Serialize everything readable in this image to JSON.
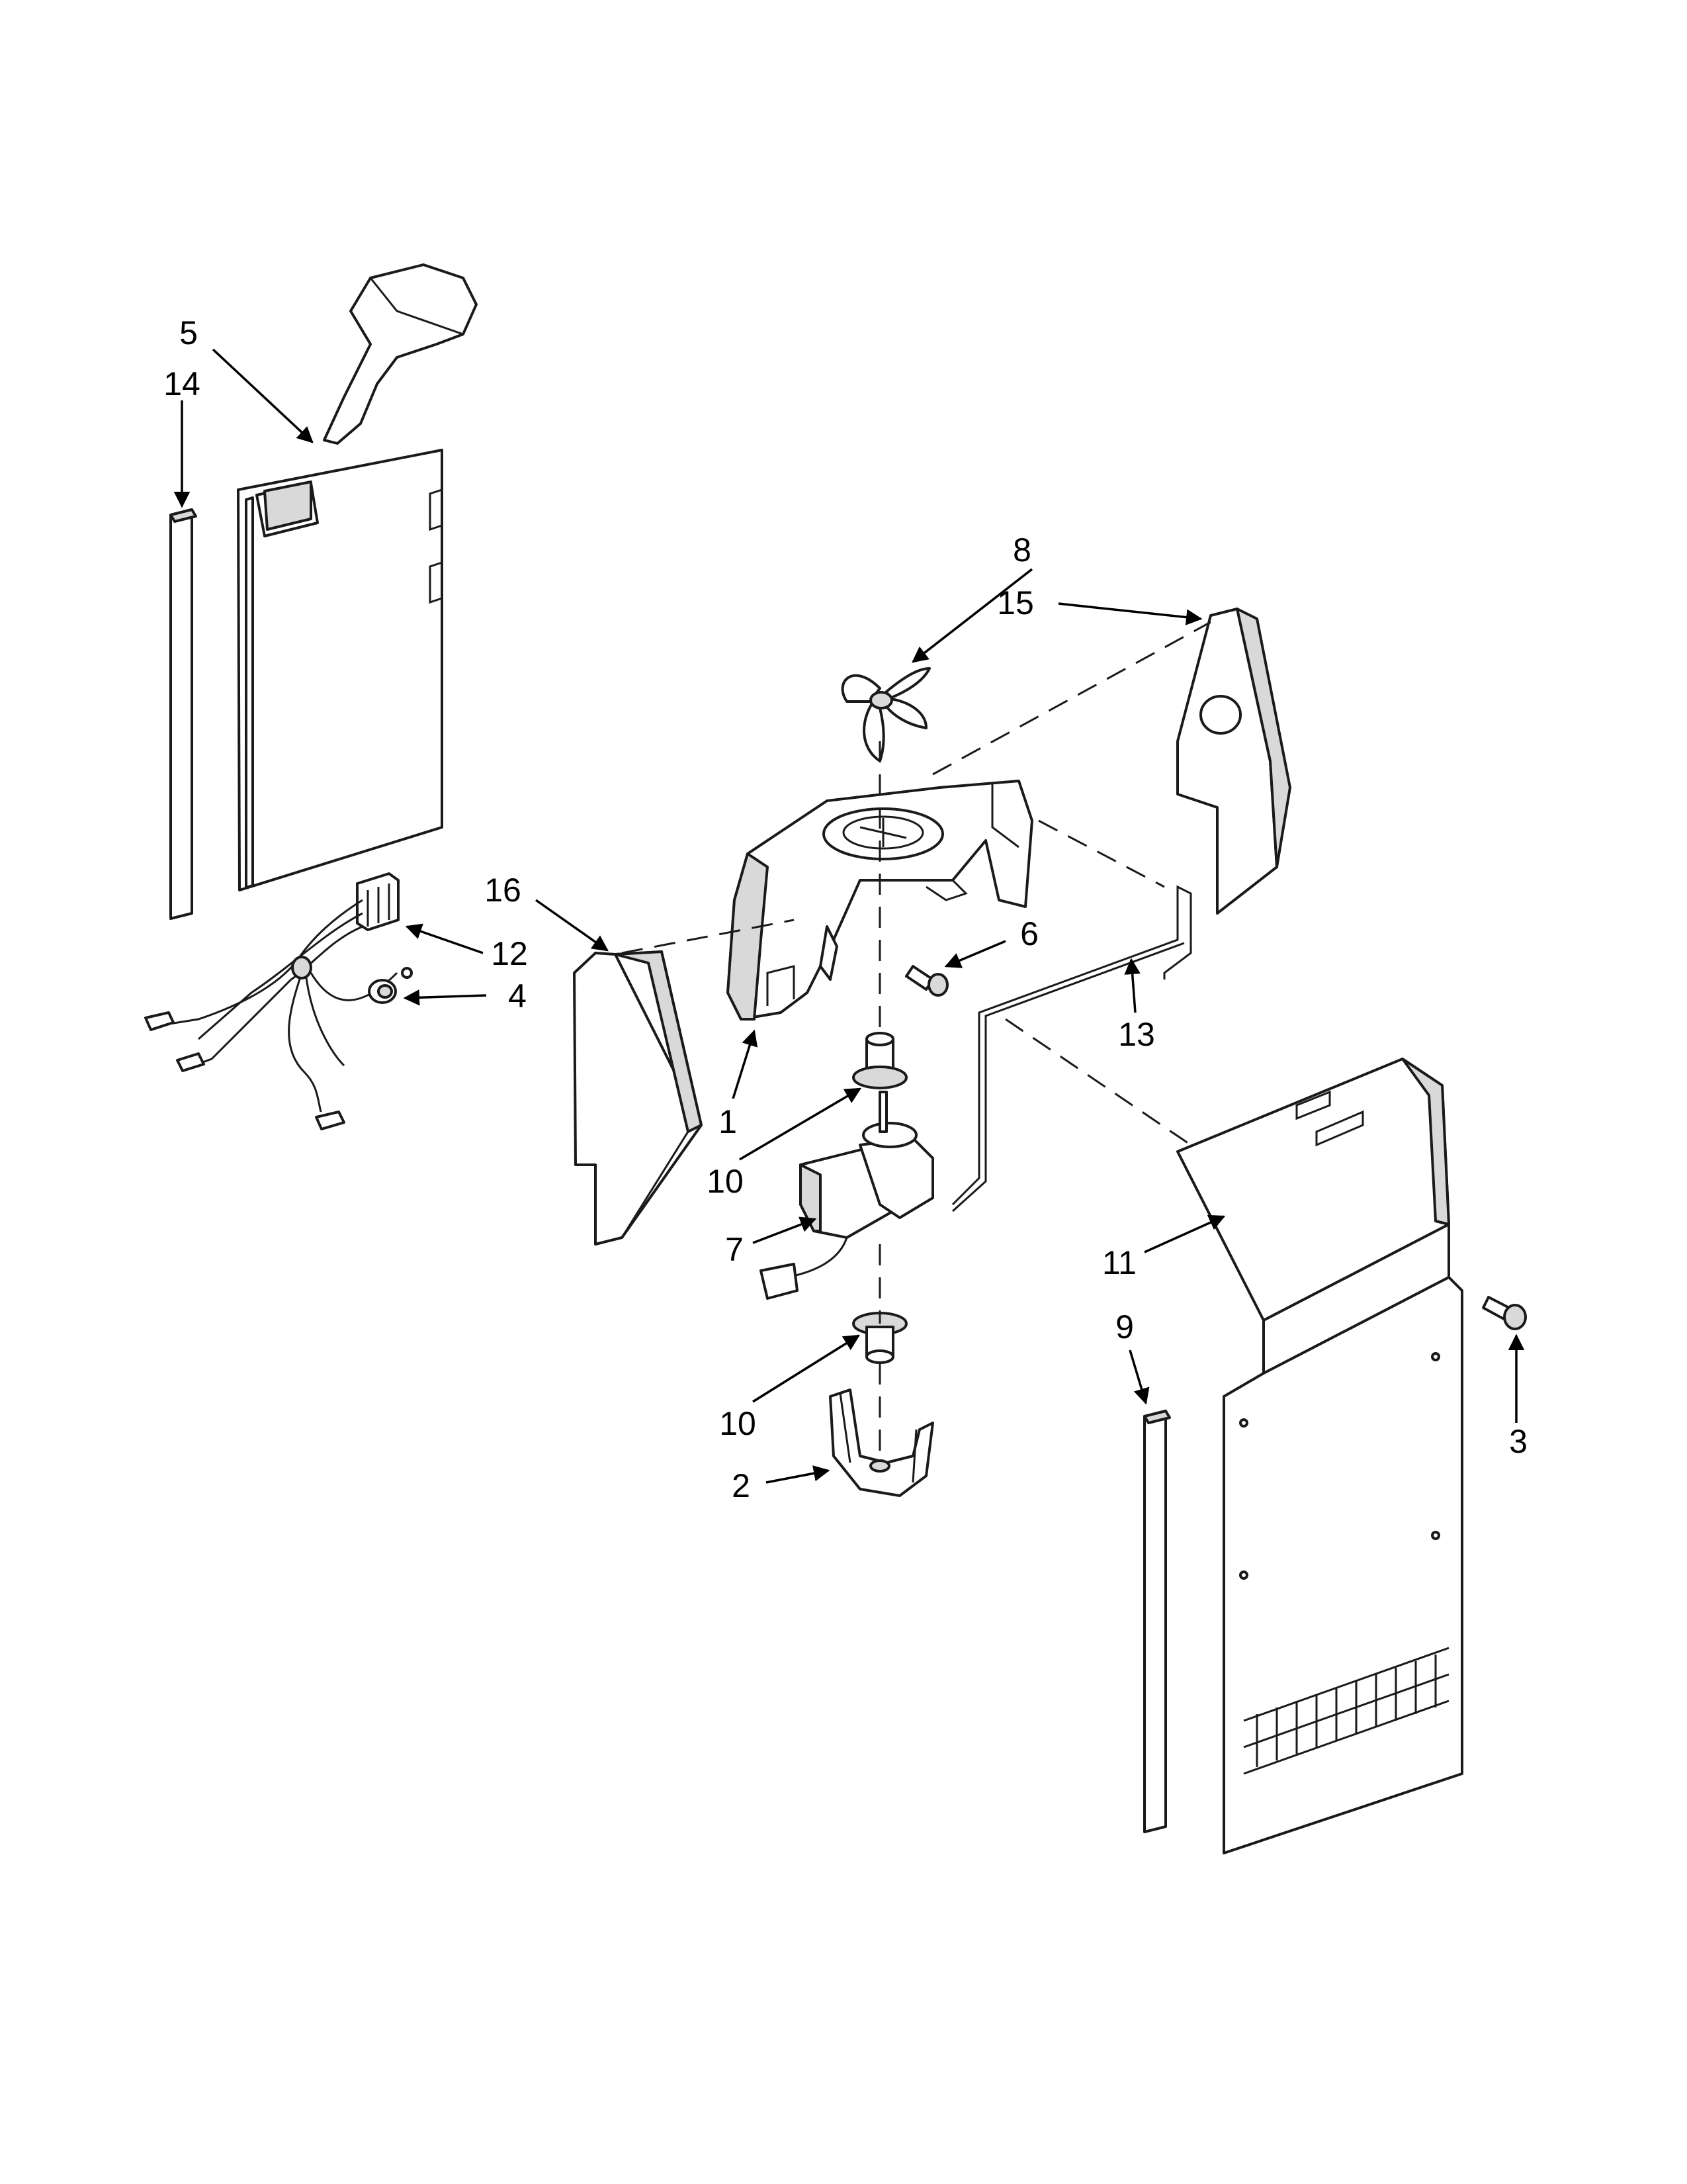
{
  "callouts": {
    "c1": "1",
    "c2": "2",
    "c3": "3",
    "c4": "4",
    "c5": "5",
    "c6": "6",
    "c7": "7",
    "c8": "8",
    "c9": "9",
    "c10a": "10",
    "c10b": "10",
    "c11": "11",
    "c12": "12",
    "c13": "13",
    "c14": "14",
    "c15": "15",
    "c16": "16"
  }
}
